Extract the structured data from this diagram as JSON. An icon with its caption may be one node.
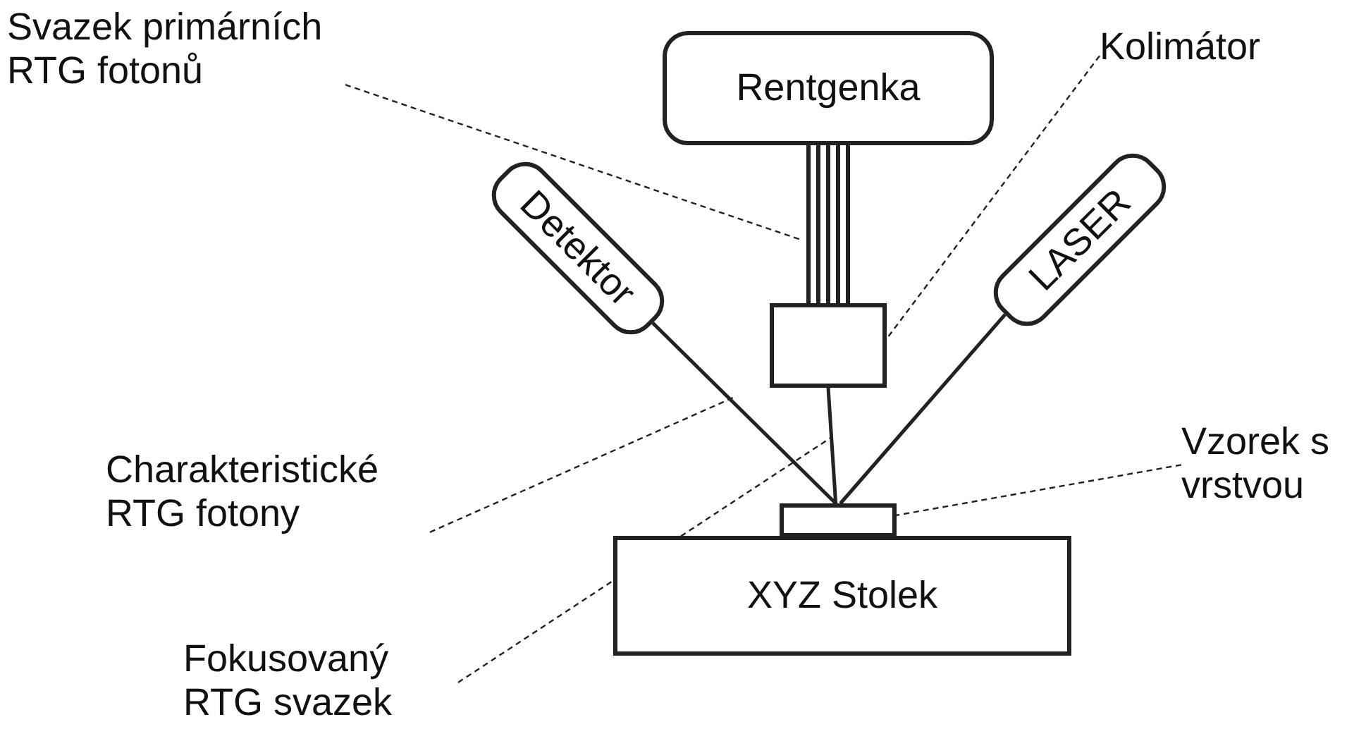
{
  "diagram": {
    "nodes": [
      {
        "text": [
          "Rentgenka"
        ]
      },
      {
        "text": [
          "Detektor"
        ]
      },
      {
        "text": [
          "LASER"
        ]
      },
      {
        "text": [],
        "shape": "box"
      },
      {
        "text": [],
        "shape": "box"
      },
      {
        "text": [
          "XYZ Stolek"
        ]
      },
      {
        "text": [
          "Svazek primárních RTG fotonů"
        ]
      },
      {
        "text": [
          "Kolimátor"
        ]
      },
      {
        "text": [
          "Charakteristické RTG fotony"
        ]
      },
      {
        "text": [
          "Vzorek s vrstvou"
        ]
      },
      {
        "text": [
          "Fokusovaný RTG svazek"
        ]
      }
    ],
    "edges": [
      {
        "from": 0,
        "to": 3,
        "arrow": "none",
        "style": "thick"
      },
      {
        "from": 3,
        "to": 4,
        "arrow": "none"
      },
      {
        "from": 4,
        "to": 1,
        "arrow": "none"
      },
      {
        "from": 4,
        "to": 2,
        "arrow": "none"
      },
      {
        "from": 6,
        "to": null,
        "arrow": "none",
        "style": "dashed"
      },
      {
        "from": 7,
        "to": 3,
        "arrow": "none",
        "style": "dashed"
      },
      {
        "from": 8,
        "to": null,
        "arrow": "none",
        "style": "dashed"
      },
      {
        "from": 9,
        "to": 4,
        "arrow": "none",
        "style": "dashed"
      },
      {
        "from": 10,
        "to": null,
        "arrow": "none",
        "style": "dashed"
      }
    ]
  }
}
